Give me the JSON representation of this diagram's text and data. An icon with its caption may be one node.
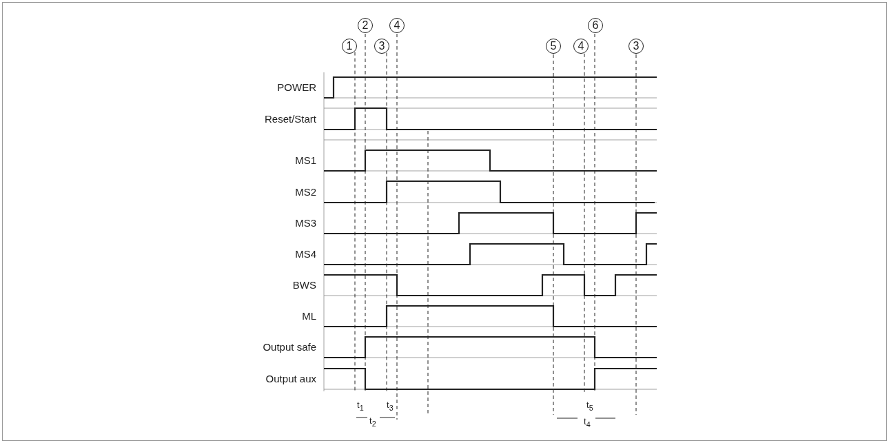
{
  "diagram": {
    "nodes": [
      {
        "text": [
          "1"
        ]
      },
      {
        "text": [
          "2"
        ]
      },
      {
        "text": [
          "3"
        ]
      },
      {
        "text": [
          "4"
        ]
      },
      {
        "text": [
          "5"
        ]
      },
      {
        "text": [
          "4"
        ]
      },
      {
        "text": [
          "6"
        ]
      },
      {
        "text": [
          "3"
        ]
      }
    ],
    "edges": [
      {
        "from": 0,
        "to": null,
        "arrow": "none",
        "style": "dashed"
      },
      {
        "from": 1,
        "to": null,
        "arrow": "none",
        "style": "dashed"
      },
      {
        "from": 2,
        "to": null,
        "arrow": "none",
        "style": "dashed"
      },
      {
        "from": 3,
        "to": null,
        "arrow": "none",
        "style": "dashed"
      },
      {
        "from": 4,
        "to": null,
        "arrow": "none",
        "style": "dashed"
      },
      {
        "from": 5,
        "to": null,
        "arrow": "none",
        "style": "dashed"
      },
      {
        "from": 6,
        "to": null,
        "arrow": "none",
        "style": "dashed"
      },
      {
        "from": 7,
        "to": null,
        "arrow": "none",
        "style": "dashed"
      }
    ],
    "labels": [
      "POWER",
      "Reset/Start",
      "MS1",
      "MS2",
      "MS3",
      "MS4",
      "BWS",
      "ML",
      "Output safe",
      "Output aux",
      "t$_{1}$",
      "t$_{3}$",
      "t$_{5}$",
      "t$_{2}$",
      "t$_{4}$"
    ]
  }
}
